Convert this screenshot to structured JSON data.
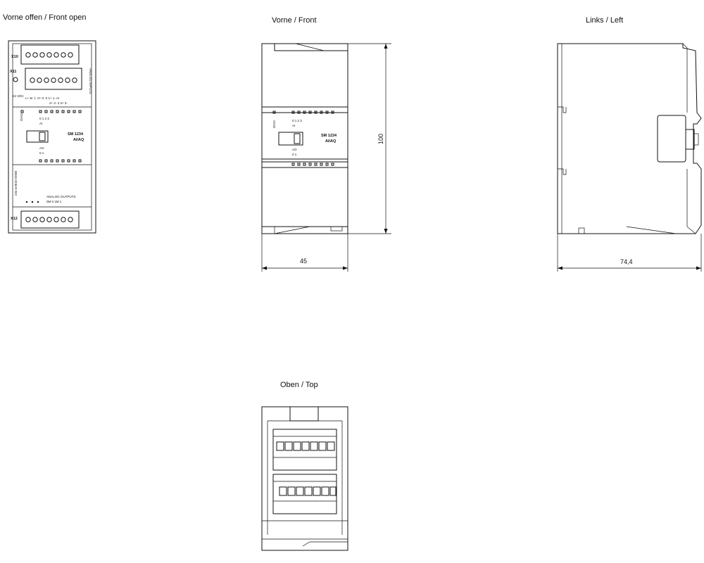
{
  "views": {
    "front_open": {
      "title": "Vorne offen / Front open",
      "labels": {
        "x10": "X10",
        "x11": "X11",
        "x12": "X12",
        "analog_inputs": "ANALOG INPUTS",
        "vdc24": "24 VDC",
        "terminals": "L+ M ⏚ 0+ 0- 0 1+ 1- AI",
        "terminals2": "2+ 2- 2 3+ 3-",
        "diag": "DIAG",
        "ai": "AI",
        "ai_ch": "0 1 2 3",
        "model": "SM 1234",
        "model2": "AI/AQ",
        "ao": "AO",
        "ao_ch": "0 1",
        "order": "234-4HE32-0XB0",
        "analog_outputs": "ANALOG OUTPUTS",
        "out_terms": "0M 0 1M 1"
      }
    },
    "front": {
      "title": "Vorne / Front",
      "width_dim": "45",
      "height_dim": "100",
      "labels": {
        "diag": "DIAG",
        "ai": "AI",
        "ai_ch": "0 1 2 3",
        "model": "SM 1234",
        "model2": "AI/AQ",
        "ao": "AO",
        "ao_ch": "0 1"
      }
    },
    "left": {
      "title": "Links / Left",
      "depth_dim": "74,4"
    },
    "top": {
      "title": "Oben / Top"
    }
  }
}
